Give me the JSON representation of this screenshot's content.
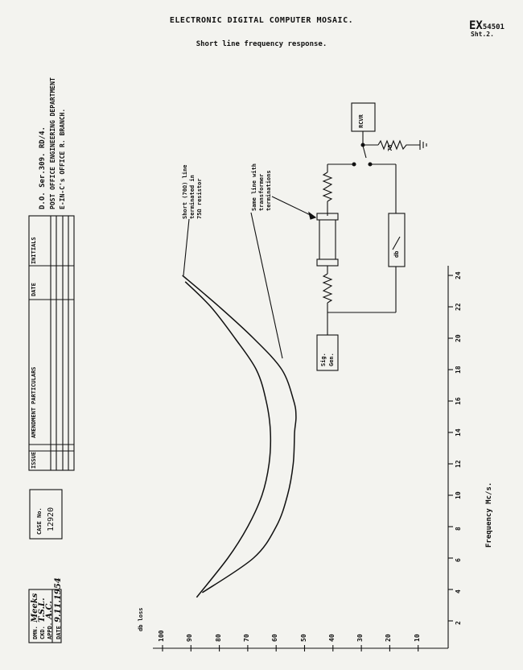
{
  "header": {
    "title": "ELECTRONIC DIGITAL COMPUTER MOSAIC.",
    "subtitle": "Short line frequency response.",
    "ex_number": "EX",
    "ex_suffix": "54501",
    "sheet": "Sht.2."
  },
  "title_block": {
    "line1": "D.O. Ser.309. RD/4.",
    "line2": "POST OFFICE ENGINEERING DEPARTMENT",
    "line3": "E-IN-C's OFFICE R. BRANCH.",
    "table_headers": [
      "ISSUE",
      "AMENDMENT PARTICULARS",
      "DATE",
      "INITIALS"
    ],
    "case_label": "CASE No.",
    "case_number": "12920",
    "dmn_label": "DMN.",
    "dmn_value": "Meeks",
    "ckd_label": "CKD.",
    "ckd_value": "T.S.L.",
    "appd_label": "APPD.",
    "appd_value": "A.C.",
    "date_label": "DATE",
    "date_value": "9.11.1954"
  },
  "schematic": {
    "receiver": "RCVR",
    "resistor": "75",
    "meter": "db",
    "generator_line1": "Sig.",
    "generator_line2": "Gen."
  },
  "annotations": {
    "short_line_1": "Short (70Ω) line",
    "short_line_2": "terminated in",
    "short_line_3": "75Ω resistor",
    "xfmr_line_1": "Same line with",
    "xfmr_line_2": "transformer",
    "xfmr_line_3": "terminations"
  },
  "chart_data": {
    "type": "line",
    "title": "Short line frequency response.",
    "xlabel": "Frequency Mc/s.",
    "ylabel": "db loss",
    "xlim": [
      0,
      24
    ],
    "ylim": [
      0,
      100
    ],
    "x_ticks": [
      "2",
      "4",
      "6",
      "8",
      "10",
      "12",
      "14",
      "16",
      "18",
      "20",
      "22",
      "24"
    ],
    "y_ticks": [
      "100",
      "90",
      "80",
      "70",
      "60",
      "50",
      "40",
      "30",
      "20",
      "10"
    ],
    "series": [
      {
        "name": "Short (70Ω) line terminated in 75Ω resistor",
        "x": [
          3.5,
          6,
          8,
          10,
          12,
          14,
          16,
          18,
          20,
          22,
          23.6
        ],
        "y": [
          88,
          77,
          70,
          65,
          62.5,
          62,
          63.5,
          67,
          74.5,
          83,
          92
        ]
      },
      {
        "name": "Same line with transformer terminations",
        "x": [
          3.8,
          6,
          8,
          10,
          12,
          14,
          15,
          16,
          18,
          20,
          22,
          24
        ],
        "y": [
          86,
          68,
          60,
          56,
          54,
          53.5,
          53,
          53.8,
          58,
          68,
          80,
          93
        ]
      }
    ]
  }
}
